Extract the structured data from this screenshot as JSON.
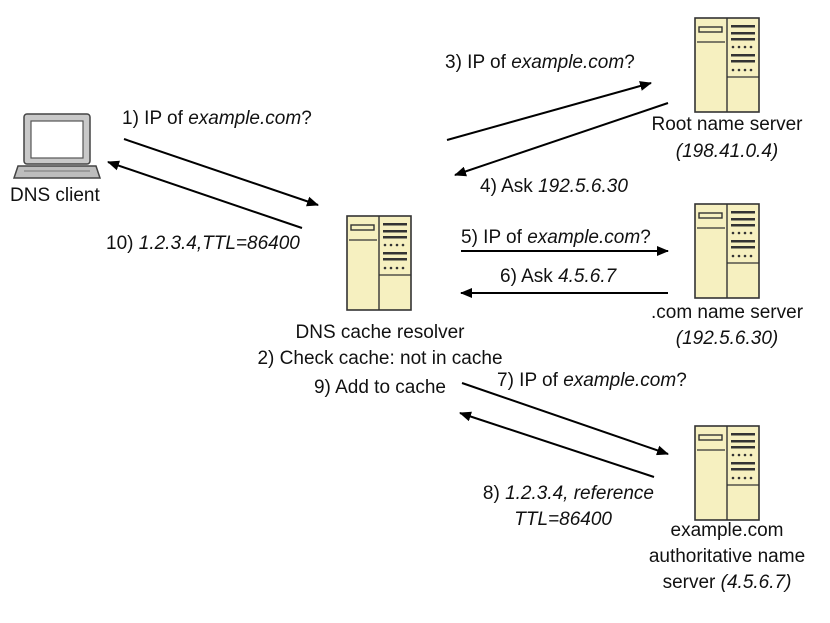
{
  "nodes": {
    "client": {
      "label": "DNS client",
      "icon": "laptop-icon"
    },
    "resolver": {
      "label": "DNS cache resolver",
      "note_check": "2) Check cache: not in cache",
      "note_add": "9) Add to cache",
      "icon": "server-icon"
    },
    "root": {
      "label": "Root name server",
      "ip": "(198.41.0.4)",
      "icon": "server-icon"
    },
    "com": {
      "label": ".com name server",
      "ip": "(192.5.6.30)",
      "icon": "server-icon"
    },
    "auth": {
      "line1": "example.com",
      "line2": "authoritative name",
      "line3_prefix": "server ",
      "line3_ip": "(4.5.6.7)",
      "icon": "server-icon"
    }
  },
  "messages": {
    "m1": {
      "prefix": "1) IP of ",
      "em": "example.com",
      "suffix": "?"
    },
    "m3": {
      "prefix": "3) IP of ",
      "em": "example.com",
      "suffix": "?"
    },
    "m4": {
      "prefix": "4) Ask ",
      "em": "192.5.6.30"
    },
    "m5": {
      "prefix": "5) IP of ",
      "em": "example.com",
      "suffix": "?"
    },
    "m6": {
      "prefix": "6) Ask ",
      "em": "4.5.6.7"
    },
    "m7": {
      "prefix": "7) IP of ",
      "em": "example.com",
      "suffix": "?"
    },
    "m8": {
      "prefix": "8) ",
      "em": "1.2.3.4, reference",
      "line2": "TTL=86400"
    },
    "m10": {
      "prefix": "10) ",
      "em": "1.2.3.4,TTL=86400"
    }
  },
  "colors": {
    "server_fill": "#f6f0c0",
    "server_stroke": "#333333",
    "laptop_body": "#c8c8c8",
    "laptop_screen": "#ffffff",
    "arrow": "#000000"
  }
}
